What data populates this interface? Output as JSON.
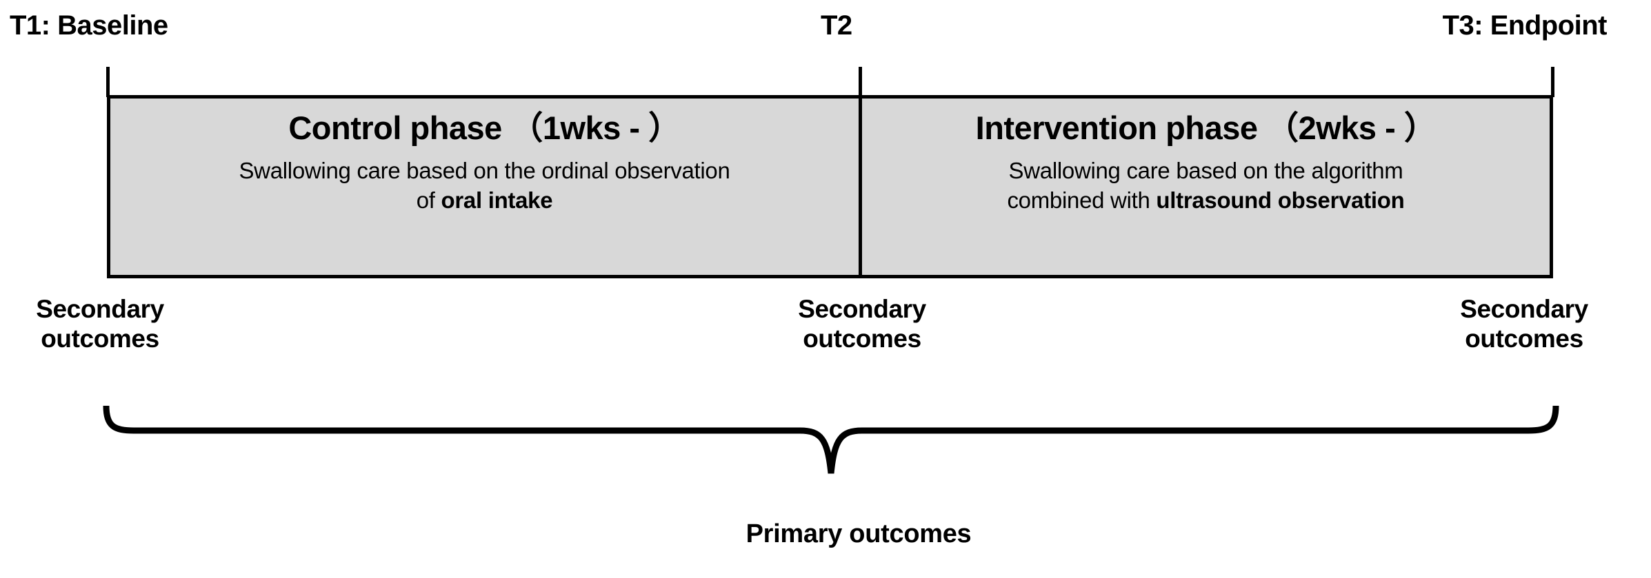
{
  "figure": {
    "type": "study-design-timeline",
    "colors": {
      "phase_fill": "#d8d8d8",
      "line": "#000000",
      "background": "#ffffff"
    }
  },
  "timepoints": [
    {
      "id": "T1",
      "label": "T1: Baseline"
    },
    {
      "id": "T2",
      "label": "T2"
    },
    {
      "id": "T3",
      "label": "T3: Endpoint"
    }
  ],
  "phases": [
    {
      "id": "control",
      "title": "Control phase （1wks - ）",
      "desc_line1": "Swallowing care based on the ordinal observation",
      "desc_line2_plain": "of ",
      "desc_line2_bold": "oral intake"
    },
    {
      "id": "intervention",
      "title": "Intervention phase （2wks - ）",
      "desc_line1": "Swallowing care based on the algorithm",
      "desc_line2_plain": "combined with ",
      "desc_line2_bold": "ultrasound observation"
    }
  ],
  "outcomes": {
    "secondary_label": "Secondary\noutcomes",
    "secondary_at": [
      "T1",
      "T2",
      "T3"
    ],
    "primary_label": "Primary outcomes"
  }
}
